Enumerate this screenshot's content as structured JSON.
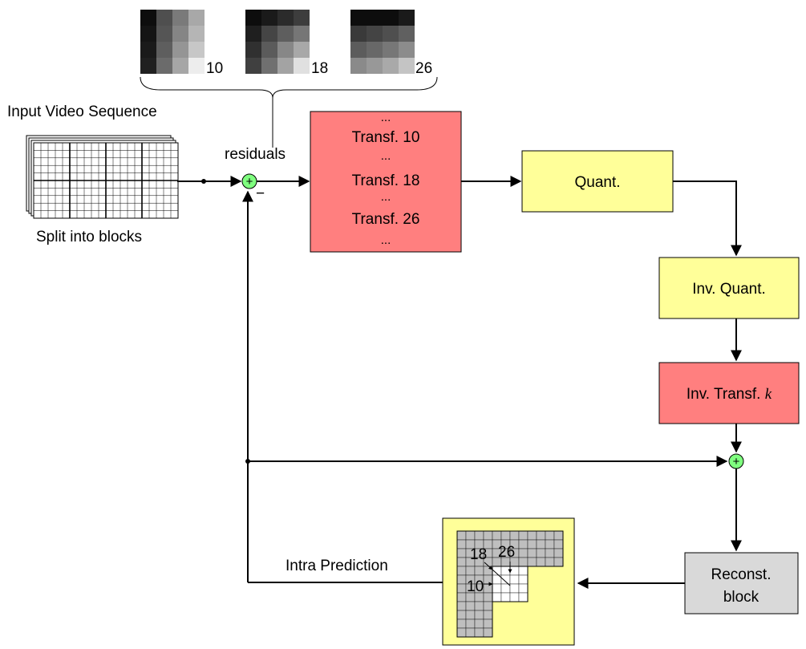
{
  "labels": {
    "input_sequence": "Input Video Sequence",
    "split_blocks": "Split into blocks",
    "residuals": "residuals",
    "minus": "−",
    "plus": "+",
    "intra_prediction": "Intra Prediction"
  },
  "patterns": [
    {
      "mode": "10"
    },
    {
      "mode": "18"
    },
    {
      "mode": "26"
    }
  ],
  "transform_box": {
    "lines": [
      "...",
      "Transf. 10",
      "...",
      "Transf. 18",
      "...",
      "Transf. 26",
      "..."
    ]
  },
  "quant_box": "Quant.",
  "inv_quant_box": "Inv. Quant.",
  "inv_transf_box": {
    "text": "Inv. Transf.",
    "var": "k"
  },
  "reconst_box": [
    "Reconst.",
    "block"
  ],
  "intra_modes": {
    "m18": "18",
    "m26": "26",
    "m10": "10"
  },
  "colors": {
    "transform_fill": "#ff7f7f",
    "quant_fill": "#ffff99",
    "recon_fill": "#d9d9d9",
    "adder_fill": "#7fff7f",
    "intra_bg": "#ffff99",
    "intra_grid": "#bfbfbf"
  }
}
